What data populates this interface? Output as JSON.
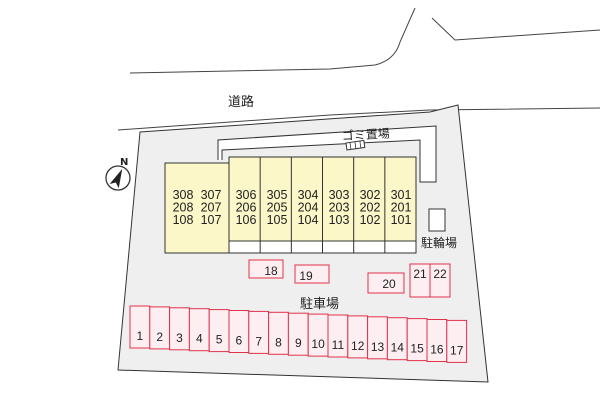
{
  "labels": {
    "road": "道路",
    "garbage": "ゴミ置場",
    "bicycle": "駐輪場",
    "parking": "駐車場",
    "north": "N"
  },
  "building": {
    "columns": [
      [
        "308",
        "208",
        "108"
      ],
      [
        "307",
        "207",
        "107"
      ],
      [
        "306",
        "206",
        "106"
      ],
      [
        "305",
        "205",
        "105"
      ],
      [
        "304",
        "204",
        "104"
      ],
      [
        "303",
        "203",
        "103"
      ],
      [
        "302",
        "202",
        "102"
      ],
      [
        "301",
        "201",
        "101"
      ]
    ]
  },
  "parking_row": [
    "1",
    "2",
    "3",
    "4",
    "5",
    "6",
    "7",
    "8",
    "9",
    "10",
    "11",
    "12",
    "13",
    "14",
    "15",
    "16",
    "17"
  ],
  "parking_extra": [
    "18",
    "19",
    "20",
    "21",
    "22"
  ],
  "colors": {
    "building_fill": "#fbf7c8",
    "parking_stroke": "#e0324b",
    "parking_fill": "#fdeef1",
    "lot_fill": "#efefef",
    "outline": "#333333"
  }
}
